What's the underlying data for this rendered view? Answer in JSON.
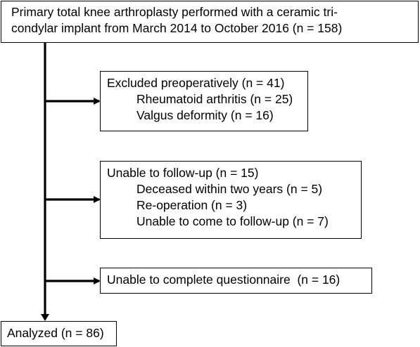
{
  "flowchart": {
    "top_box": {
      "line1": "Primary total knee arthroplasty performed with a ceramic tri-",
      "line2": "condylar implant from March 2014 to October 2016 (n = 158)"
    },
    "excluded_box": {
      "heading": "Excluded preoperatively (n = 41)",
      "items": [
        "Rheumatoid arthritis (n = 25)",
        "Valgus deformity (n = 16)"
      ]
    },
    "followup_box": {
      "heading": "Unable to follow-up (n = 15)",
      "items": [
        "Deceased within two years (n = 5)",
        "Re-operation (n = 3)",
        "Unable to come to follow-up (n = 7)"
      ]
    },
    "questionnaire_box": {
      "label": "Unable to complete questionnaire  (n = 16)"
    },
    "analyzed_box": {
      "label": "Analyzed (n = 86)"
    }
  },
  "colors": {
    "line": "#000000",
    "box_border": "#000000",
    "background": "#ffffff"
  }
}
